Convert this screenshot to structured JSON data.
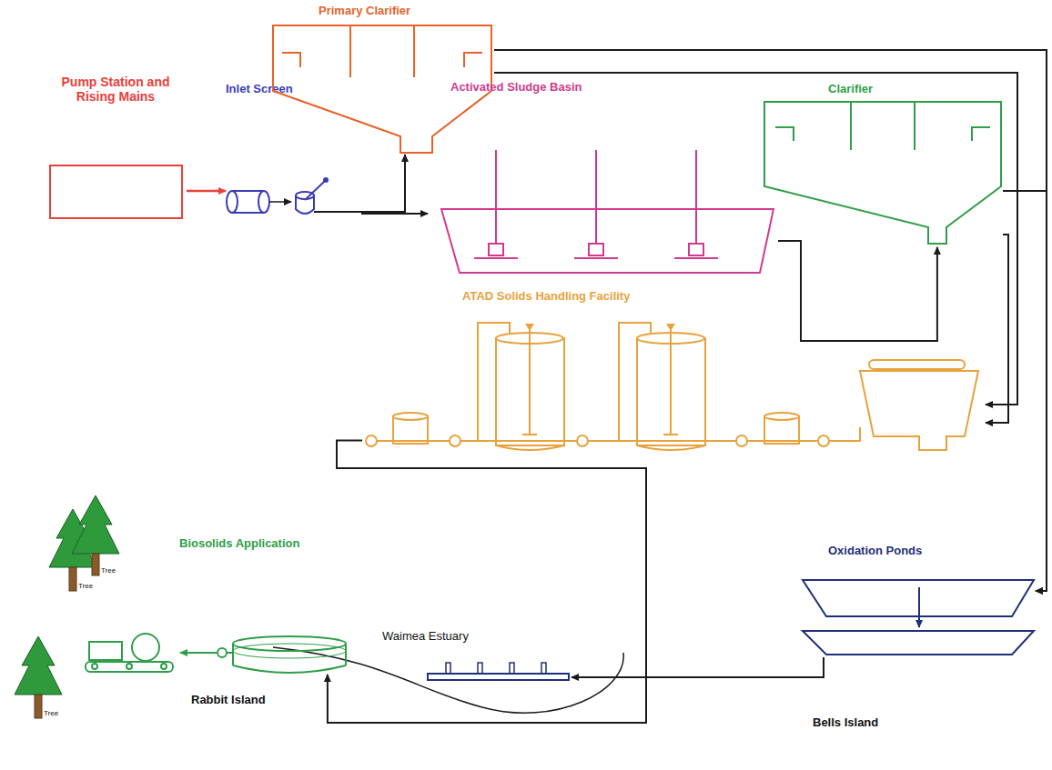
{
  "diagram": {
    "nodes": [
      {
        "text": [
          "Pump Station and Rising Mains"
        ]
      },
      {
        "text": [
          "Inlet Screen"
        ]
      },
      {
        "text": [
          "Primary Clarifier"
        ]
      },
      {
        "text": [
          "Activated Sludge Basin"
        ]
      },
      {
        "text": [
          "Clarifier"
        ]
      },
      {
        "text": [
          "ATAD Solids Handling Facility"
        ]
      },
      {
        "text": [
          "Oxidation Ponds"
        ]
      },
      {
        "text": [
          "Biosolids Application"
        ]
      },
      {
        "text": [
          "Waimea Estuary"
        ]
      }
    ],
    "edges": [
      {
        "from": 0,
        "to": 1,
        "arrow": "to"
      },
      {
        "from": 1,
        "to": 2,
        "arrow": "to"
      },
      {
        "from": 1,
        "to": 3,
        "arrow": "to"
      },
      {
        "from": 2,
        "to": 6,
        "arrow": "to"
      },
      {
        "from": 4,
        "to": 6,
        "arrow": "to"
      },
      {
        "from": 2,
        "to": 5,
        "arrow": "to"
      },
      {
        "from": 3,
        "to": 4,
        "arrow": "to"
      },
      {
        "from": 4,
        "to": 5,
        "arrow": "to"
      },
      {
        "from": 6,
        "to": 8,
        "arrow": "to"
      },
      {
        "from": 5,
        "to": 7,
        "arrow": "to"
      }
    ],
    "labels": [
      "Rabbit Island",
      "Bells Island",
      "Tree",
      "Tree",
      "Tree"
    ]
  }
}
